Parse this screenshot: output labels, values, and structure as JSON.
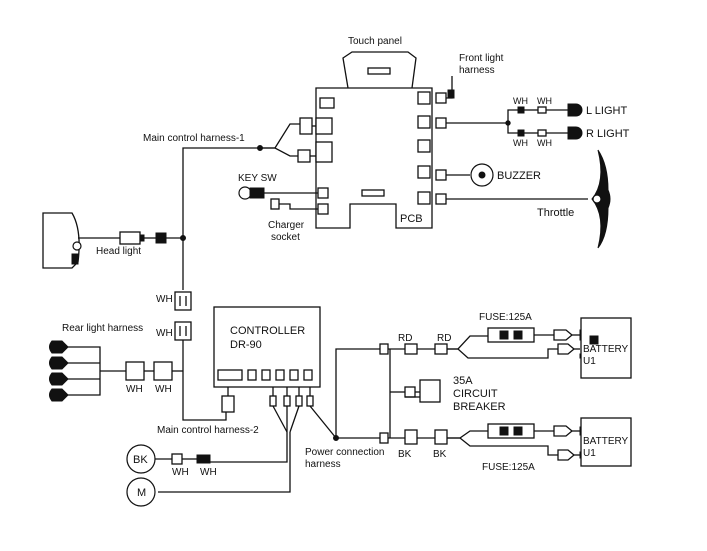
{
  "labels": {
    "touch_panel": "Touch panel",
    "front_light_harness_1": "Front light",
    "front_light_harness_2": "harness",
    "main_control_harness_1": "Main control harness-1",
    "key_sw": "KEY SW",
    "charger_socket_1": "Charger",
    "charger_socket_2": "socket",
    "pcb": "PCB",
    "l_light": "L LIGHT",
    "r_light": "R LIGHT",
    "buzzer": "BUZZER",
    "throttle": "Throttle",
    "head_light": "Head light",
    "rear_light_harness": "Rear light harness",
    "controller_1": "CONTROLLER",
    "controller_2": "DR-90",
    "main_control_harness_2": "Main control harness-2",
    "power_connection_1": "Power connection",
    "power_connection_2": "harness",
    "breaker_1": "35A",
    "breaker_2": "CIRCUIT",
    "breaker_3": "BREAKER",
    "fuse_top": "FUSE:125A",
    "fuse_bottom": "FUSE:125A",
    "battery_top_1": "BATTERY",
    "battery_top_2": "U1",
    "battery_bottom_1": "BATTERY",
    "battery_bottom_2": "U1",
    "motor_bk": "BK",
    "motor_m": "M",
    "wh": "WH",
    "wh_alt": "WH",
    "wh_motor": "WH",
    "wh_motor2": "WH",
    "rd": "RD",
    "bk": "BK"
  },
  "colors": {
    "line": "#111111",
    "background": "#ffffff"
  }
}
